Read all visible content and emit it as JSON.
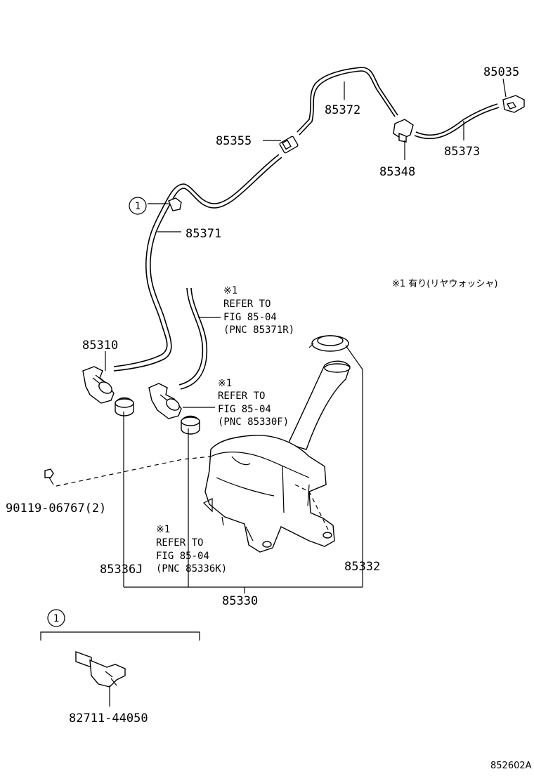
{
  "parts": {
    "p85035": "85035",
    "p85372": "85372",
    "p85355": "85355",
    "p85373": "85373",
    "p85348": "85348",
    "p85371": "85371",
    "p85310": "85310",
    "p90119": "90119-06767(2)",
    "p85336J": "85336J",
    "p85330": "85330",
    "p85332": "85332",
    "p82711": "82711-44050"
  },
  "callout": {
    "circle_label": "1"
  },
  "refs": {
    "r1": {
      "mark": "※1",
      "line1": "REFER TO",
      "line2": "FIG 85-04",
      "line3": "(PNC 85371R)"
    },
    "r2": {
      "mark": "※1",
      "line1": "REFER TO",
      "line2": "FIG 85-04",
      "line3": "(PNC 85330F)"
    },
    "r3": {
      "mark": "※1",
      "line1": "REFER TO",
      "line2": "FIG 85-04",
      "line3": "(PNC 85336K)"
    }
  },
  "note": "※1 有り(リヤウォッシャ)",
  "figure_id": "852602A"
}
